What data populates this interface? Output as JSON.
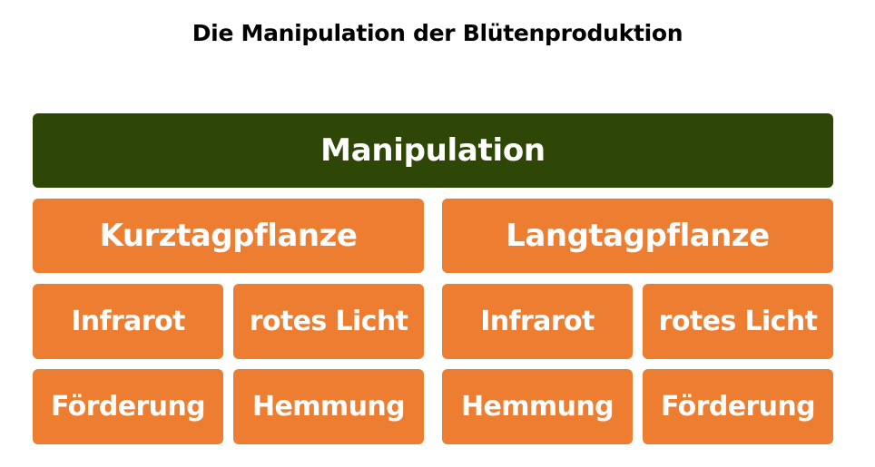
{
  "title": "Die Manipulation der Blütenproduktion",
  "colors": {
    "root_fill": "#2e4706",
    "node_fill": "#ed7d31",
    "node_text": "#ffffff",
    "title_text": "#000000"
  },
  "diagram": {
    "root": "Manipulation",
    "branches": [
      {
        "label": "Kurztagpflanze",
        "light": [
          "Infrarot",
          "rotes Licht"
        ],
        "effect": [
          "Förderung",
          "Hemmung"
        ]
      },
      {
        "label": "Langtagpflanze",
        "light": [
          "Infrarot",
          "rotes Licht"
        ],
        "effect": [
          "Hemmung",
          "Förderung"
        ]
      }
    ]
  }
}
